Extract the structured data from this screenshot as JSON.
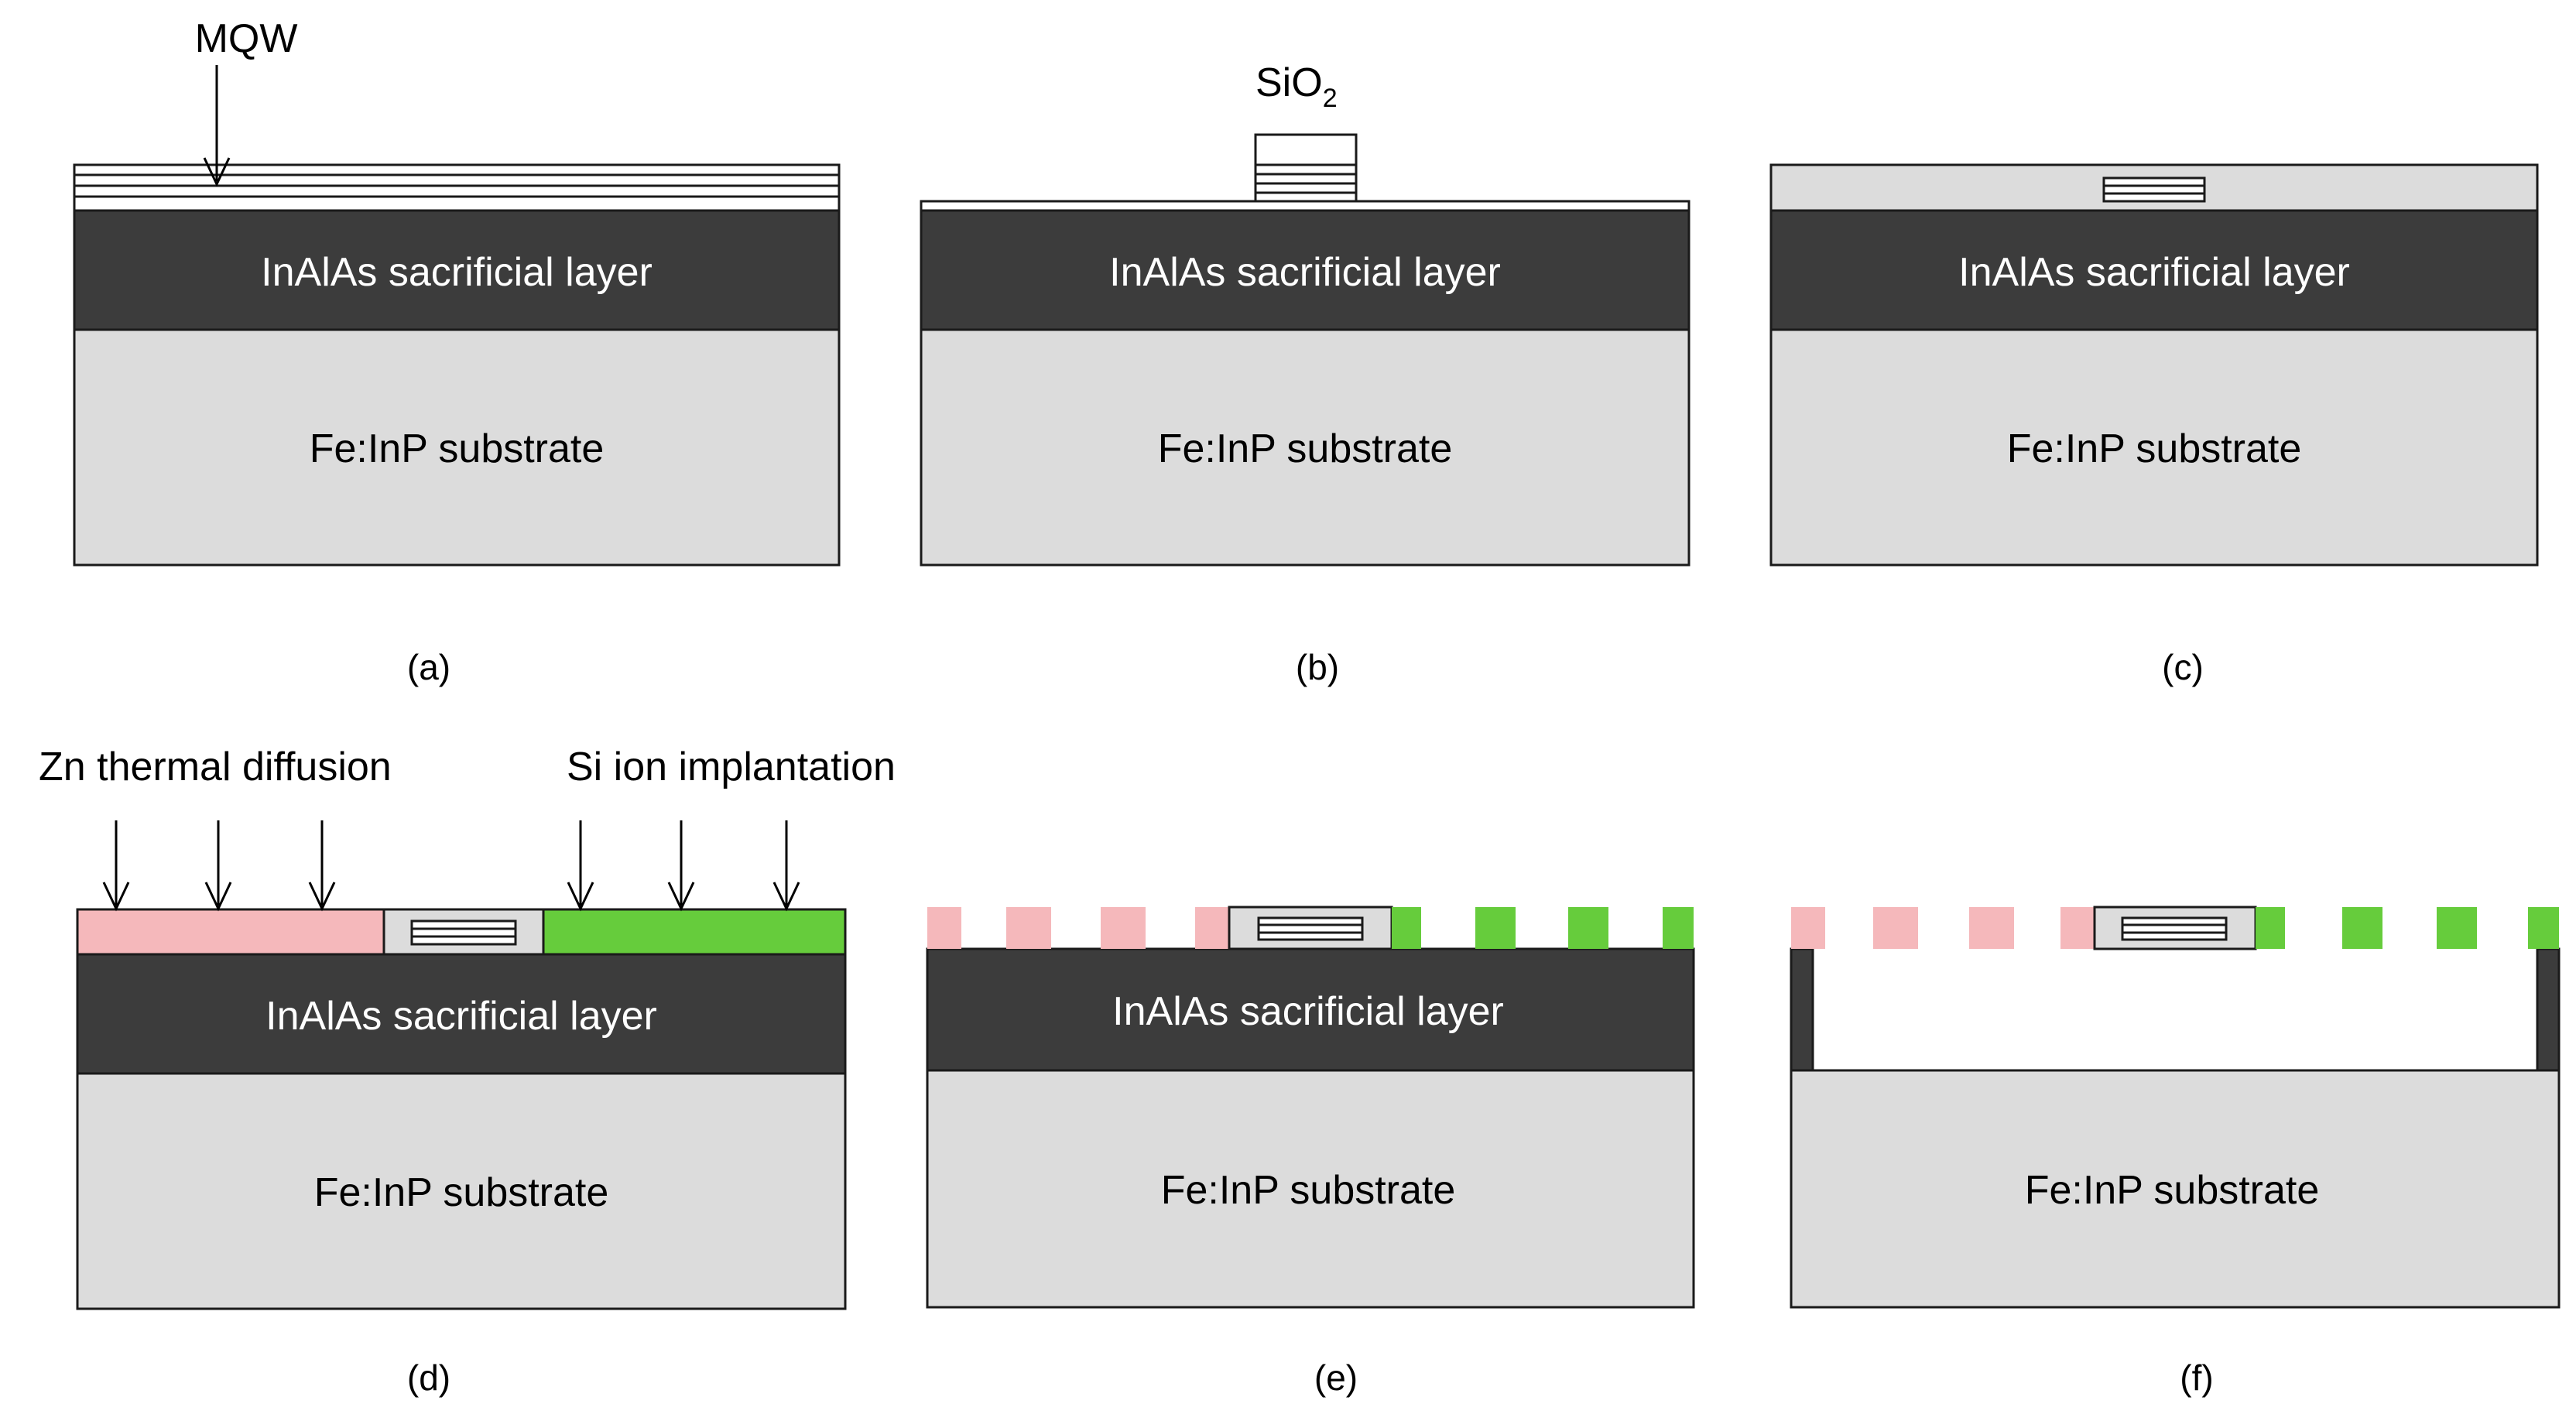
{
  "labels": {
    "mqw": "MQW",
    "sio": "SiO",
    "sio_sub": "2",
    "sacrificial": "InAlAs  sacrificial layer",
    "substrate": "Fe:InP  substrate",
    "zn": "Zn thermal  diffusion",
    "si": "Si ion implantation"
  },
  "captions": {
    "a": "(a)",
    "b": "(b)",
    "c": "(c)",
    "d": "(d)",
    "e": "(e)",
    "f": "(f)"
  },
  "colors": {
    "sacrificial": "#3c3c3c",
    "substrate": "#dcdcdc",
    "zn_region": "#f5b8bb",
    "si_region": "#66cc3c",
    "outline": "#1a1a1a"
  }
}
